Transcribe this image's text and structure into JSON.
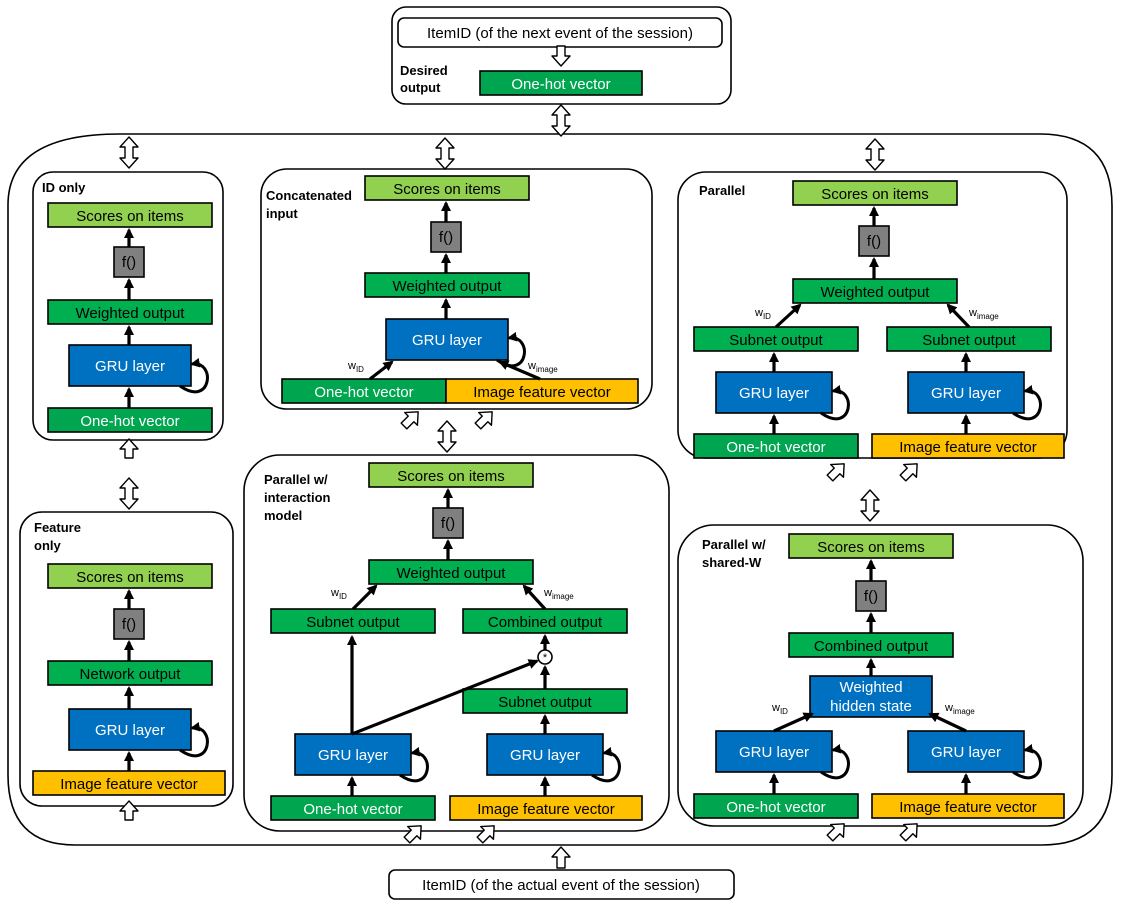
{
  "top": {
    "next_item": "ItemID (of the next event of the session)",
    "desired_output": [
      "Desired",
      "output"
    ],
    "one_hot": "One-hot vector"
  },
  "bottom": {
    "actual_item": "ItemID (of the actual event of the session)"
  },
  "labels": {
    "scores": "Scores on items",
    "f": "f()",
    "weighted_output": "Weighted output",
    "gru": "GRU layer",
    "one_hot": "One-hot vector",
    "image_feature": "Image feature vector",
    "subnet_output": "Subnet output",
    "combined_output": "Combined output",
    "network_output": "Network output",
    "weighted_hidden": [
      "Weighted",
      "hidden state"
    ],
    "w": "w",
    "w_id_sub": "ID",
    "w_image_sub": "image",
    "star": "*"
  },
  "panels": {
    "id_only": [
      "ID only"
    ],
    "feature_only": [
      "Feature",
      "only"
    ],
    "concatenated": [
      "Concatenated",
      "input"
    ],
    "parallel": [
      "Parallel"
    ],
    "interaction": [
      "Parallel w/",
      "interaction",
      "model"
    ],
    "shared_w": [
      "Parallel w/",
      "shared-W"
    ]
  },
  "colors": {
    "light_green": "#92d050",
    "green": "#00b050",
    "blue": "#0070c0",
    "orange": "#ffc000",
    "gray": "#808080"
  }
}
